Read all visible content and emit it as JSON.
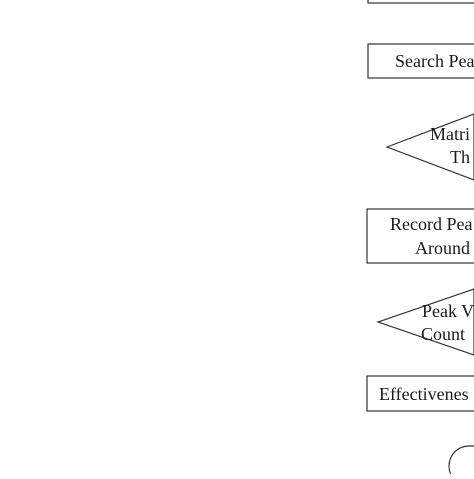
{
  "diagram": {
    "type": "flowchart",
    "nodes": [
      {
        "id": "top-process",
        "shape": "process",
        "lines": []
      },
      {
        "id": "search-peak",
        "shape": "process",
        "lines": [
          "Search Pea"
        ]
      },
      {
        "id": "matrix-threshold",
        "shape": "decision",
        "lines": [
          "Matri",
          "Th"
        ]
      },
      {
        "id": "record-peak",
        "shape": "process",
        "lines": [
          "Record Pea",
          "Around"
        ]
      },
      {
        "id": "peak-count",
        "shape": "decision",
        "lines": [
          "Peak V",
          "Count"
        ]
      },
      {
        "id": "effectiveness",
        "shape": "process",
        "lines": [
          "Effectivenes"
        ]
      },
      {
        "id": "terminator",
        "shape": "terminator",
        "lines": []
      }
    ],
    "colors": {
      "stroke": "#333333",
      "fill": "#ffffff",
      "text": "#1a1a1a"
    }
  }
}
